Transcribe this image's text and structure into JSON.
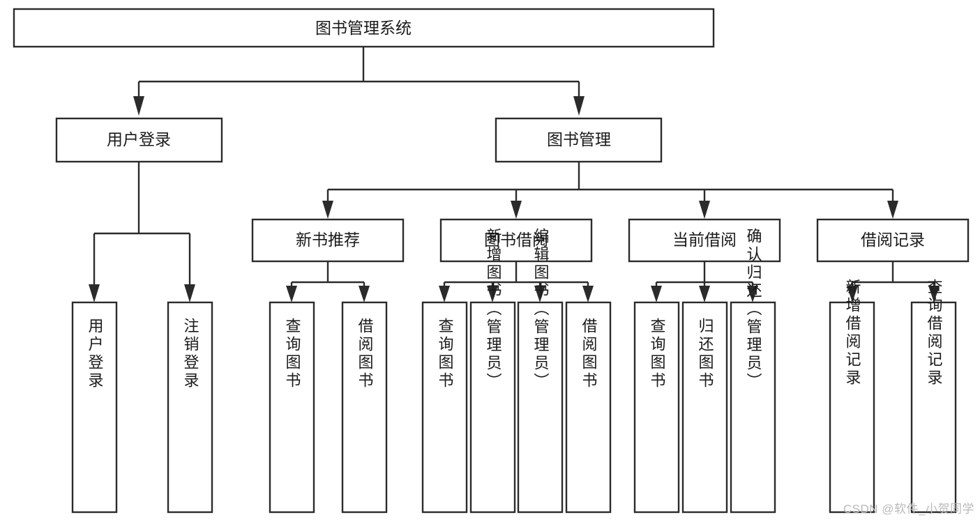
{
  "diagram": {
    "type": "tree-hierarchy",
    "title": "图书管理系统",
    "background_color": "#ffffff",
    "line_color": "#2b2b2b",
    "text_color": "#1a1a1a",
    "root": {
      "id": "root",
      "label": "图书管理系统",
      "orientation": "horizontal"
    },
    "level2": [
      {
        "id": "user-login",
        "label": "用户登录",
        "orientation": "horizontal"
      },
      {
        "id": "book-management",
        "label": "图书管理",
        "orientation": "horizontal"
      }
    ],
    "level3": [
      {
        "id": "new-book-recommend",
        "label": "新书推荐",
        "orientation": "horizontal",
        "parent": "book-management"
      },
      {
        "id": "book-borrow",
        "label": "图书借阅",
        "orientation": "horizontal",
        "parent": "book-management"
      },
      {
        "id": "current-borrow",
        "label": "当前借阅",
        "orientation": "horizontal",
        "parent": "book-management"
      },
      {
        "id": "borrow-record",
        "label": "借阅记录",
        "orientation": "horizontal",
        "parent": "book-management"
      }
    ],
    "leaves": {
      "user_login": [
        {
          "id": "leaf-user-login",
          "label": "用户登录",
          "orientation": "vertical"
        },
        {
          "id": "leaf-user-logout",
          "label": "注销登录",
          "orientation": "vertical"
        }
      ],
      "new_book_recommend": [
        {
          "id": "leaf-query-book-1",
          "label": "查询图书",
          "orientation": "vertical"
        },
        {
          "id": "leaf-borrow-book-1",
          "label": "借阅图书",
          "orientation": "vertical"
        }
      ],
      "book_borrow": [
        {
          "id": "leaf-query-book-2",
          "label": "查询图书",
          "orientation": "vertical"
        },
        {
          "id": "leaf-add-book",
          "label": "新增图书（管理员）",
          "orientation": "vertical"
        },
        {
          "id": "leaf-edit-book",
          "label": "编辑图书（管理员）",
          "orientation": "vertical"
        },
        {
          "id": "leaf-borrow-book-2",
          "label": "借阅图书",
          "orientation": "vertical"
        }
      ],
      "current_borrow": [
        {
          "id": "leaf-query-book-3",
          "label": "查询图书",
          "orientation": "vertical"
        },
        {
          "id": "leaf-return-book",
          "label": "归还图书",
          "orientation": "vertical"
        },
        {
          "id": "leaf-confirm-return",
          "label": "确认归还（管理员）",
          "orientation": "vertical"
        }
      ],
      "borrow_record": [
        {
          "id": "leaf-add-record",
          "label": "新增借阅记录",
          "orientation": "vertical"
        },
        {
          "id": "leaf-query-record",
          "label": "查询借阅记录",
          "orientation": "vertical"
        }
      ]
    }
  },
  "watermark": {
    "text": "CSDN @软件_小贺同学",
    "color": "#b9b9b9"
  }
}
